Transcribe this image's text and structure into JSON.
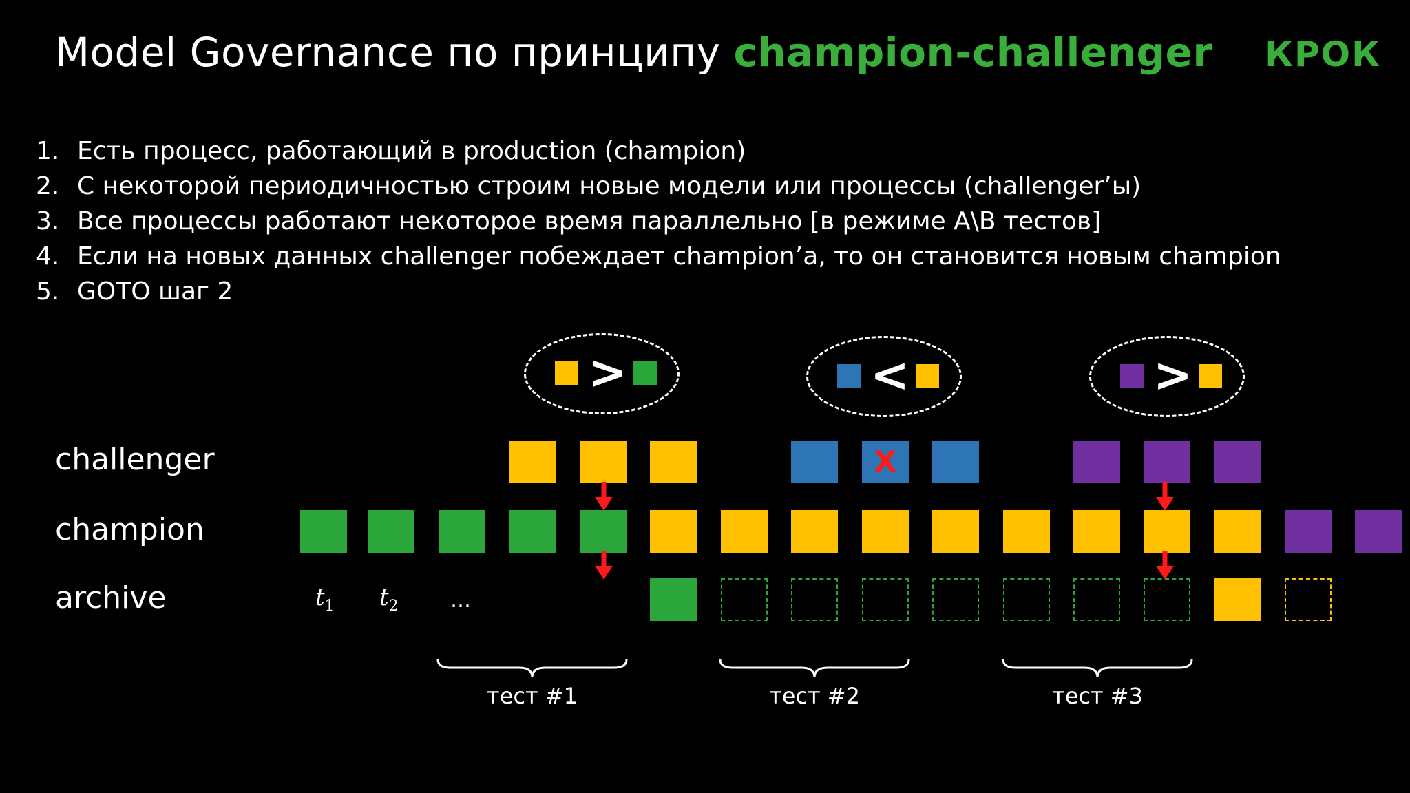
{
  "title": {
    "main": "Model Governance по принципу ",
    "highlight": "champion-challenger"
  },
  "logo": "КРОК",
  "steps": [
    {
      "num": "1.",
      "text": "Есть процесс, работающий в production (champion)"
    },
    {
      "num": "2.",
      "text": "С некоторой периодичностью строим новые модели или процессы (challenger’ы)"
    },
    {
      "num": "3.",
      "text": "Все процессы работают некоторое время параллельно [в режиме A\\B тестов]"
    },
    {
      "num": "4.",
      "text": "Если на новых данных challenger побеждает champion’а, то он становится новым champion"
    },
    {
      "num": "5.",
      "text": "GOTO шаг 2"
    }
  ],
  "rows": {
    "challenger": "challenger",
    "champion": "champion",
    "archive": "archive"
  },
  "time_labels": {
    "t1": "t",
    "t1_sub": "1",
    "t2": "t",
    "t2_sub": "2",
    "dots": "…"
  },
  "tests": [
    "тест #1",
    "тест #2",
    "тест #3"
  ],
  "comparisons": [
    {
      "left": "yellow",
      "op": ">",
      "right": "green"
    },
    {
      "left": "blue",
      "op": "<",
      "right": "yellow"
    },
    {
      "left": "purple",
      "op": ">",
      "right": "yellow"
    }
  ],
  "fail_mark": "X",
  "colors": {
    "green": "#2aa63a",
    "yellow": "#ffc000",
    "blue": "#2e75b6",
    "purple": "#7030a0",
    "red": "#ff1a1a",
    "accent": "#3aae3a"
  },
  "grid": {
    "challenger": [
      null,
      null,
      null,
      "yellow",
      "yellow",
      "yellow",
      null,
      "blue",
      "blue",
      "blue-x",
      null,
      "purple",
      "purple",
      "purple",
      null,
      null
    ],
    "champion": [
      "green",
      "green",
      "green",
      "green",
      "green",
      "yellow",
      "yellow",
      "yellow",
      "yellow",
      "yellow",
      "yellow",
      "yellow",
      "yellow",
      "yellow",
      "purple",
      "purple"
    ],
    "archive": [
      null,
      null,
      null,
      null,
      null,
      "green",
      "green-dashed",
      "green-dashed",
      "green-dashed",
      "green-dashed",
      "green-dashed",
      "green-dashed",
      "green-dashed",
      "yellow",
      "yellow-dashed",
      null
    ]
  }
}
